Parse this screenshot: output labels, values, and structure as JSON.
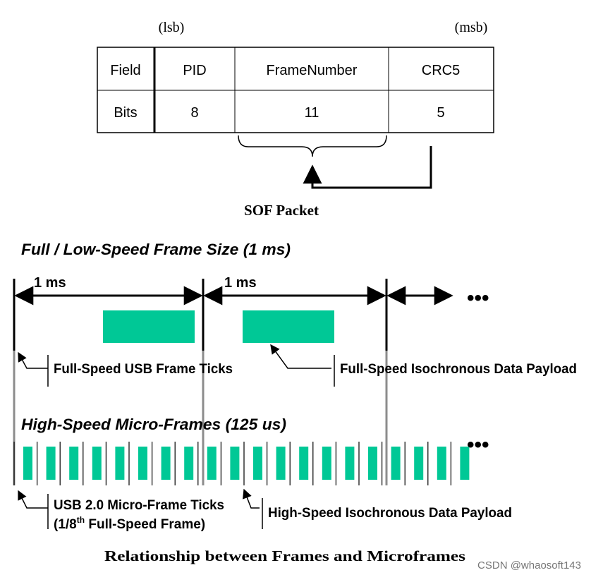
{
  "sof": {
    "lsb": "(lsb)",
    "msb": "(msb)",
    "table": {
      "rows": [
        [
          "Field",
          "PID",
          "FrameNumber",
          "CRC5"
        ],
        [
          "Bits",
          "8",
          "11",
          "5"
        ]
      ]
    },
    "caption": "SOF Packet"
  },
  "full_speed": {
    "title": "Full / Low-Speed Frame Size (1 ms)",
    "interval_label_1": "1 ms",
    "interval_label_2": "1 ms",
    "more": "•••",
    "tick_label": "Full-Speed USB Frame Ticks",
    "payload_label": "Full-Speed Isochronous Data Payload"
  },
  "high_speed": {
    "title": "High-Speed Micro-Frames (125 us)",
    "more": "•••",
    "tick_label_line1": "USB 2.0 Micro-Frame Ticks",
    "tick_label_line2_prefix": "(1/8",
    "tick_label_line2_sup": "th",
    "tick_label_line2_suffix": " Full-Speed Frame)",
    "payload_label": "High-Speed Isochronous Data Payload"
  },
  "figure_caption": "Relationship between Frames and Microframes",
  "watermark": "CSDN @whaosoft143",
  "colors": {
    "payload": "#00c896",
    "line": "#000000",
    "tick_gray": "#8c8c8c"
  },
  "micro_frame_count": 20
}
